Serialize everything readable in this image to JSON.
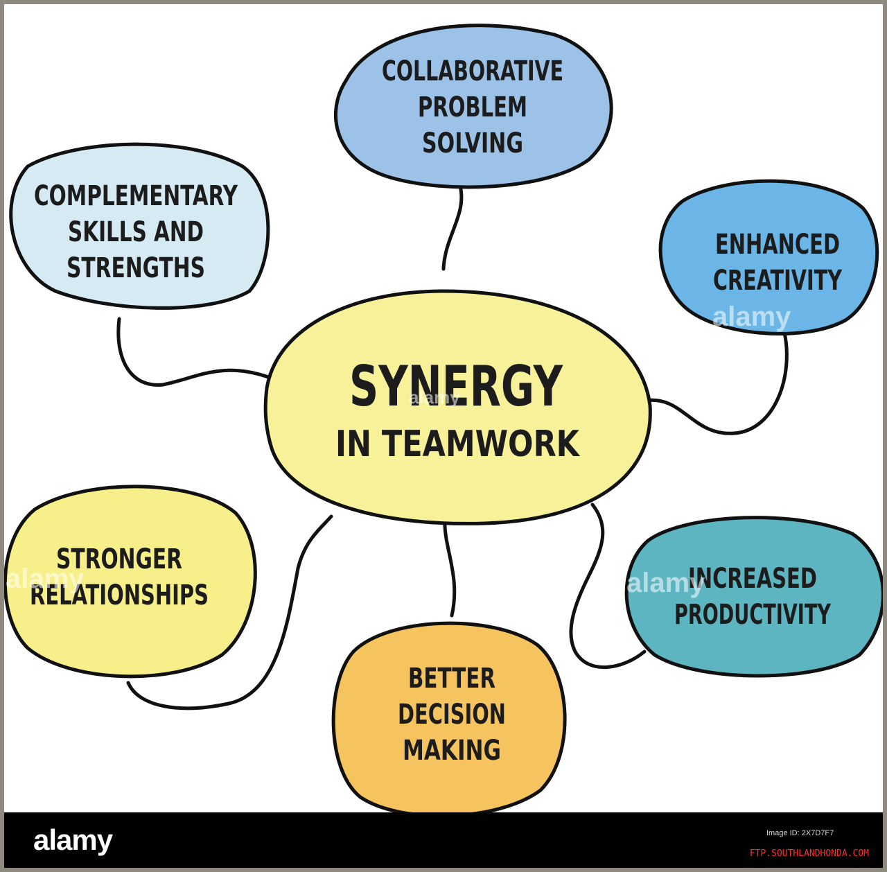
{
  "center": {
    "lines": [
      "SYNERGY",
      "IN TEAMWORK"
    ],
    "color": "#f7f29a"
  },
  "nodes": [
    {
      "id": "collaborative",
      "lines": [
        "COLLABORATIVE",
        "PROBLEM",
        "SOLVING"
      ],
      "color": "#9cc2e8"
    },
    {
      "id": "complementary",
      "lines": [
        "COMPLEMENTARY",
        "SKILLS AND",
        "STRENGTHS"
      ],
      "color": "#d6eaf4"
    },
    {
      "id": "enhanced",
      "lines": [
        "ENHANCED",
        "CREATIVITY"
      ],
      "color": "#6bb6e6"
    },
    {
      "id": "stronger",
      "lines": [
        "STRONGER",
        "RELATIONSHIPS"
      ],
      "color": "#f7f08a"
    },
    {
      "id": "increased",
      "lines": [
        "INCREASED",
        "PRODUCTIVITY"
      ],
      "color": "#5db5c2"
    },
    {
      "id": "better",
      "lines": [
        "BETTER",
        "DECISION",
        "MAKING"
      ],
      "color": "#f6c45f"
    }
  ],
  "watermark": "alamy",
  "footer": {
    "logo": "alamy",
    "image_id": "Image ID: 2X7D7F7",
    "site": "FTP.SOUTHLANDHONDA.COM"
  }
}
